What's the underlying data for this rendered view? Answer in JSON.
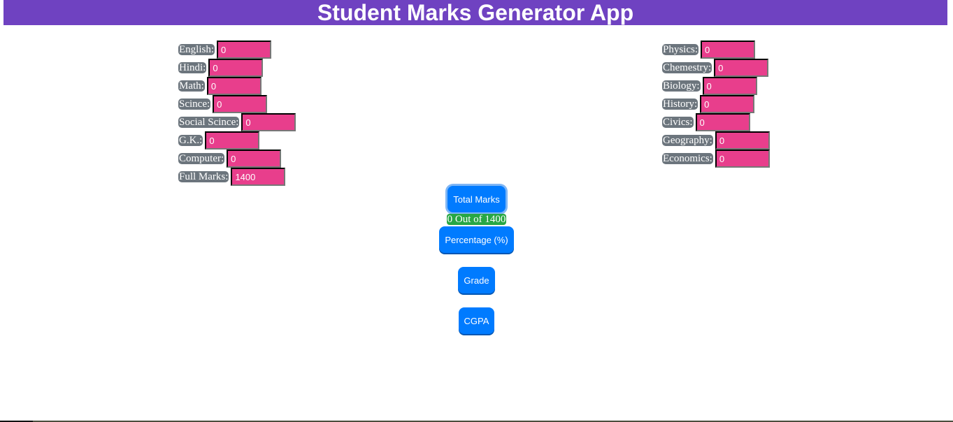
{
  "header": {
    "title": "Student Marks Generator App",
    "background": "#6f42c1"
  },
  "left_subjects": [
    {
      "label": "English:",
      "value": "0"
    },
    {
      "label": "Hindi:",
      "value": "0"
    },
    {
      "label": "Math:",
      "value": "0"
    },
    {
      "label": "Scince:",
      "value": "0"
    },
    {
      "label": "Social Scince:",
      "value": "0"
    },
    {
      "label": "G.K.:",
      "value": "0"
    },
    {
      "label": "Computer:",
      "value": "0"
    },
    {
      "label": "Full Marks:",
      "value": "1400"
    }
  ],
  "right_subjects": [
    {
      "label": "Physics:",
      "value": "0"
    },
    {
      "label": "Chemestry:",
      "value": "0"
    },
    {
      "label": "Biology:",
      "value": "0"
    },
    {
      "label": "History:",
      "value": "0"
    },
    {
      "label": "Civics:",
      "value": "0"
    },
    {
      "label": "Geography:",
      "value": "0"
    },
    {
      "label": "Economics:",
      "value": "0"
    }
  ],
  "actions": {
    "total_label": "Total Marks",
    "total_result": "0 Out of 1400",
    "percentage_label": "Percentage (%)",
    "grade_label": "Grade",
    "cgpa_label": "CGPA"
  },
  "colors": {
    "label_bg": "#6c757d",
    "input_bg": "#e83e8c",
    "button_bg": "#007bff",
    "result_bg": "#28a745"
  }
}
